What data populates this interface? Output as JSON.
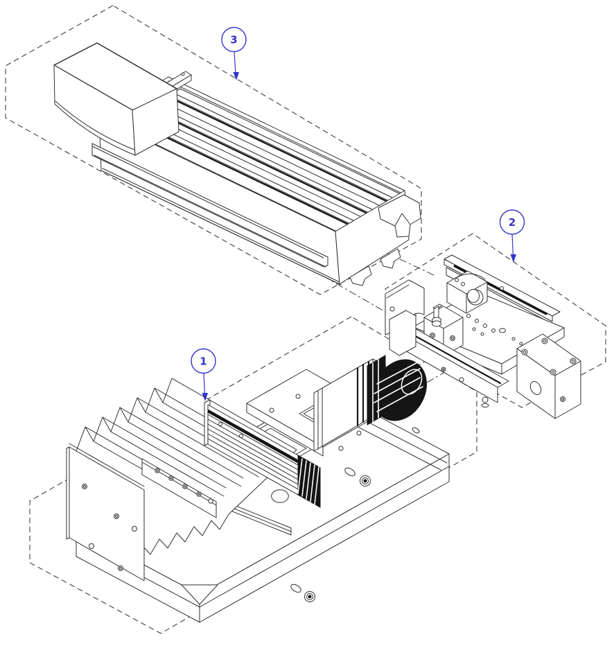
{
  "figure": {
    "background": "#ffffff",
    "line_color": "#2d2d2d",
    "callout_color": "#3333cc",
    "callouts": [
      {
        "label": "1"
      },
      {
        "label": "2"
      },
      {
        "label": "3"
      }
    ]
  }
}
